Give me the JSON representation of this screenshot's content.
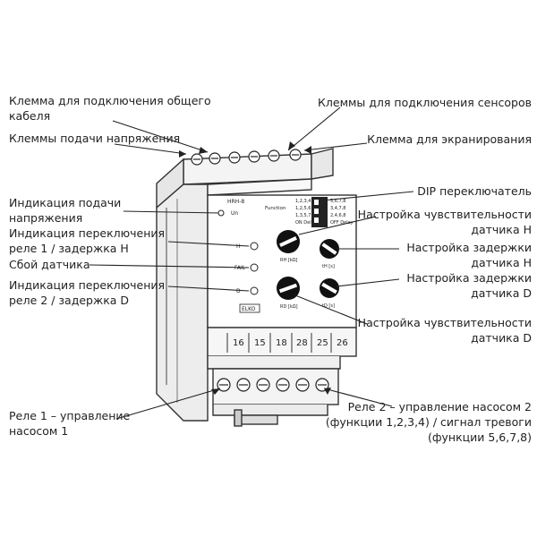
{
  "labels": {
    "common_cable_terminal_1": "Клемма для подключения общего",
    "common_cable_terminal_2": "кабеля",
    "power_terminals": "Клеммы подачи напряжения",
    "sensor_terminals": "Клеммы для подключения сенсоров",
    "shield_terminal": "Клемма для экранирования",
    "power_indication_1": "Индикация подачи",
    "power_indication_2": "напряжения",
    "relay1_indication_1": "Индикация переключения",
    "relay1_indication_2": "реле 1 / задержка H",
    "sensor_fail": "Сбой датчика",
    "relay2_indication_1": "Индикация переключения",
    "relay2_indication_2": "реле 2 / задержка D",
    "dip_switch": "DIP переключатель",
    "sens_h_1": "Настройка чувствительности",
    "sens_h_2": "датчика H",
    "delay_h_1": "Настройка задержки",
    "delay_h_2": "датчика H",
    "delay_d_1": "Настройка задержки",
    "delay_d_2": "датчика D",
    "sens_d_1": "Настройка чувствительности",
    "sens_d_2": "датчика D",
    "relay1_pump_1": "Реле 1 – управление",
    "relay1_pump_2": "насосом 1",
    "relay2_pump_1": "Реле 2 – управление насосом 2",
    "relay2_pump_2": "(функции 1,2,3,4) / сигнал тревоги",
    "relay2_pump_3": "(функции 5,6,7,8)"
  },
  "device": {
    "model": "HRH-8",
    "un": "Un",
    "h": "H",
    "fail": "FAIL",
    "d": "D",
    "function": "Function",
    "func_1234": "1,2,3,4",
    "func_1256": "1,2,5,6",
    "func_1357": "1,3,5,7",
    "func_5678": "5,6,7,8",
    "func_3478": "3,4,7,8",
    "func_2468": "2,4,6,8",
    "on_delay": "ON Delay",
    "off_delay": "OFF Delay",
    "rh_unit": "RH [kΩ]",
    "rd_unit": "RD [kΩ]",
    "th_unit": "tH [s]",
    "td_unit": "tD [s]",
    "brand": "ELKO",
    "terminals": [
      "16",
      "15",
      "18",
      "28",
      "25",
      "26"
    ]
  }
}
